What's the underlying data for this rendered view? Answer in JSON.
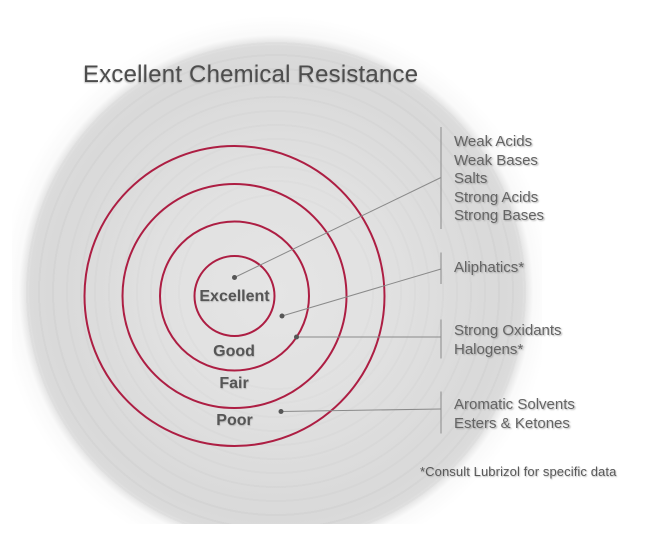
{
  "title": "Excellent Chemical Resistance",
  "footnote": "*Consult Lubrizol for specific data",
  "theme": {
    "ring_stroke": "#ad1e43",
    "connector": "#8a8a8a",
    "dot": "#565656",
    "title_color": "#4d4d4d",
    "ring_label_color": "#565656",
    "side_label_color": "#646464",
    "footnote_color": "#595959",
    "blob_gray": "#dcdcdc"
  },
  "rings": [
    {
      "label": "Excellent"
    },
    {
      "label": "Good"
    },
    {
      "label": "Fair"
    },
    {
      "label": "Poor"
    }
  ],
  "callouts": [
    {
      "target_ring": "Excellent",
      "labels": [
        "Weak Acids",
        "Weak Bases",
        "Salts",
        "Strong Acids",
        "Strong Bases"
      ]
    },
    {
      "target_ring": "Good",
      "labels": [
        "Aliphatics*"
      ]
    },
    {
      "target_ring": "Fair",
      "labels": [
        "Strong Oxidants",
        "Halogens*"
      ]
    },
    {
      "target_ring": "Poor",
      "labels": [
        "Aromatic Solvents",
        "Esters & Ketones"
      ]
    }
  ]
}
